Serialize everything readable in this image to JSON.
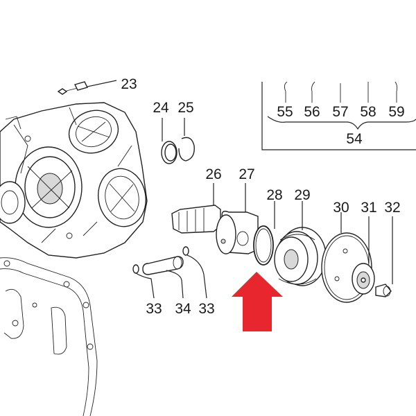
{
  "diagram": {
    "callouts": {
      "c23": "23",
      "c24": "24",
      "c25": "25",
      "c26": "26",
      "c27": "27",
      "c28": "28",
      "c29": "29",
      "c30": "30",
      "c31": "31",
      "c32": "32",
      "c33a": "33",
      "c34": "34",
      "c33b": "33",
      "c54": "54",
      "c55": "55",
      "c56": "56",
      "c57": "57",
      "c58": "58",
      "c59": "59"
    },
    "arrow_color": "#e8262d",
    "highlighted_part": "28"
  }
}
